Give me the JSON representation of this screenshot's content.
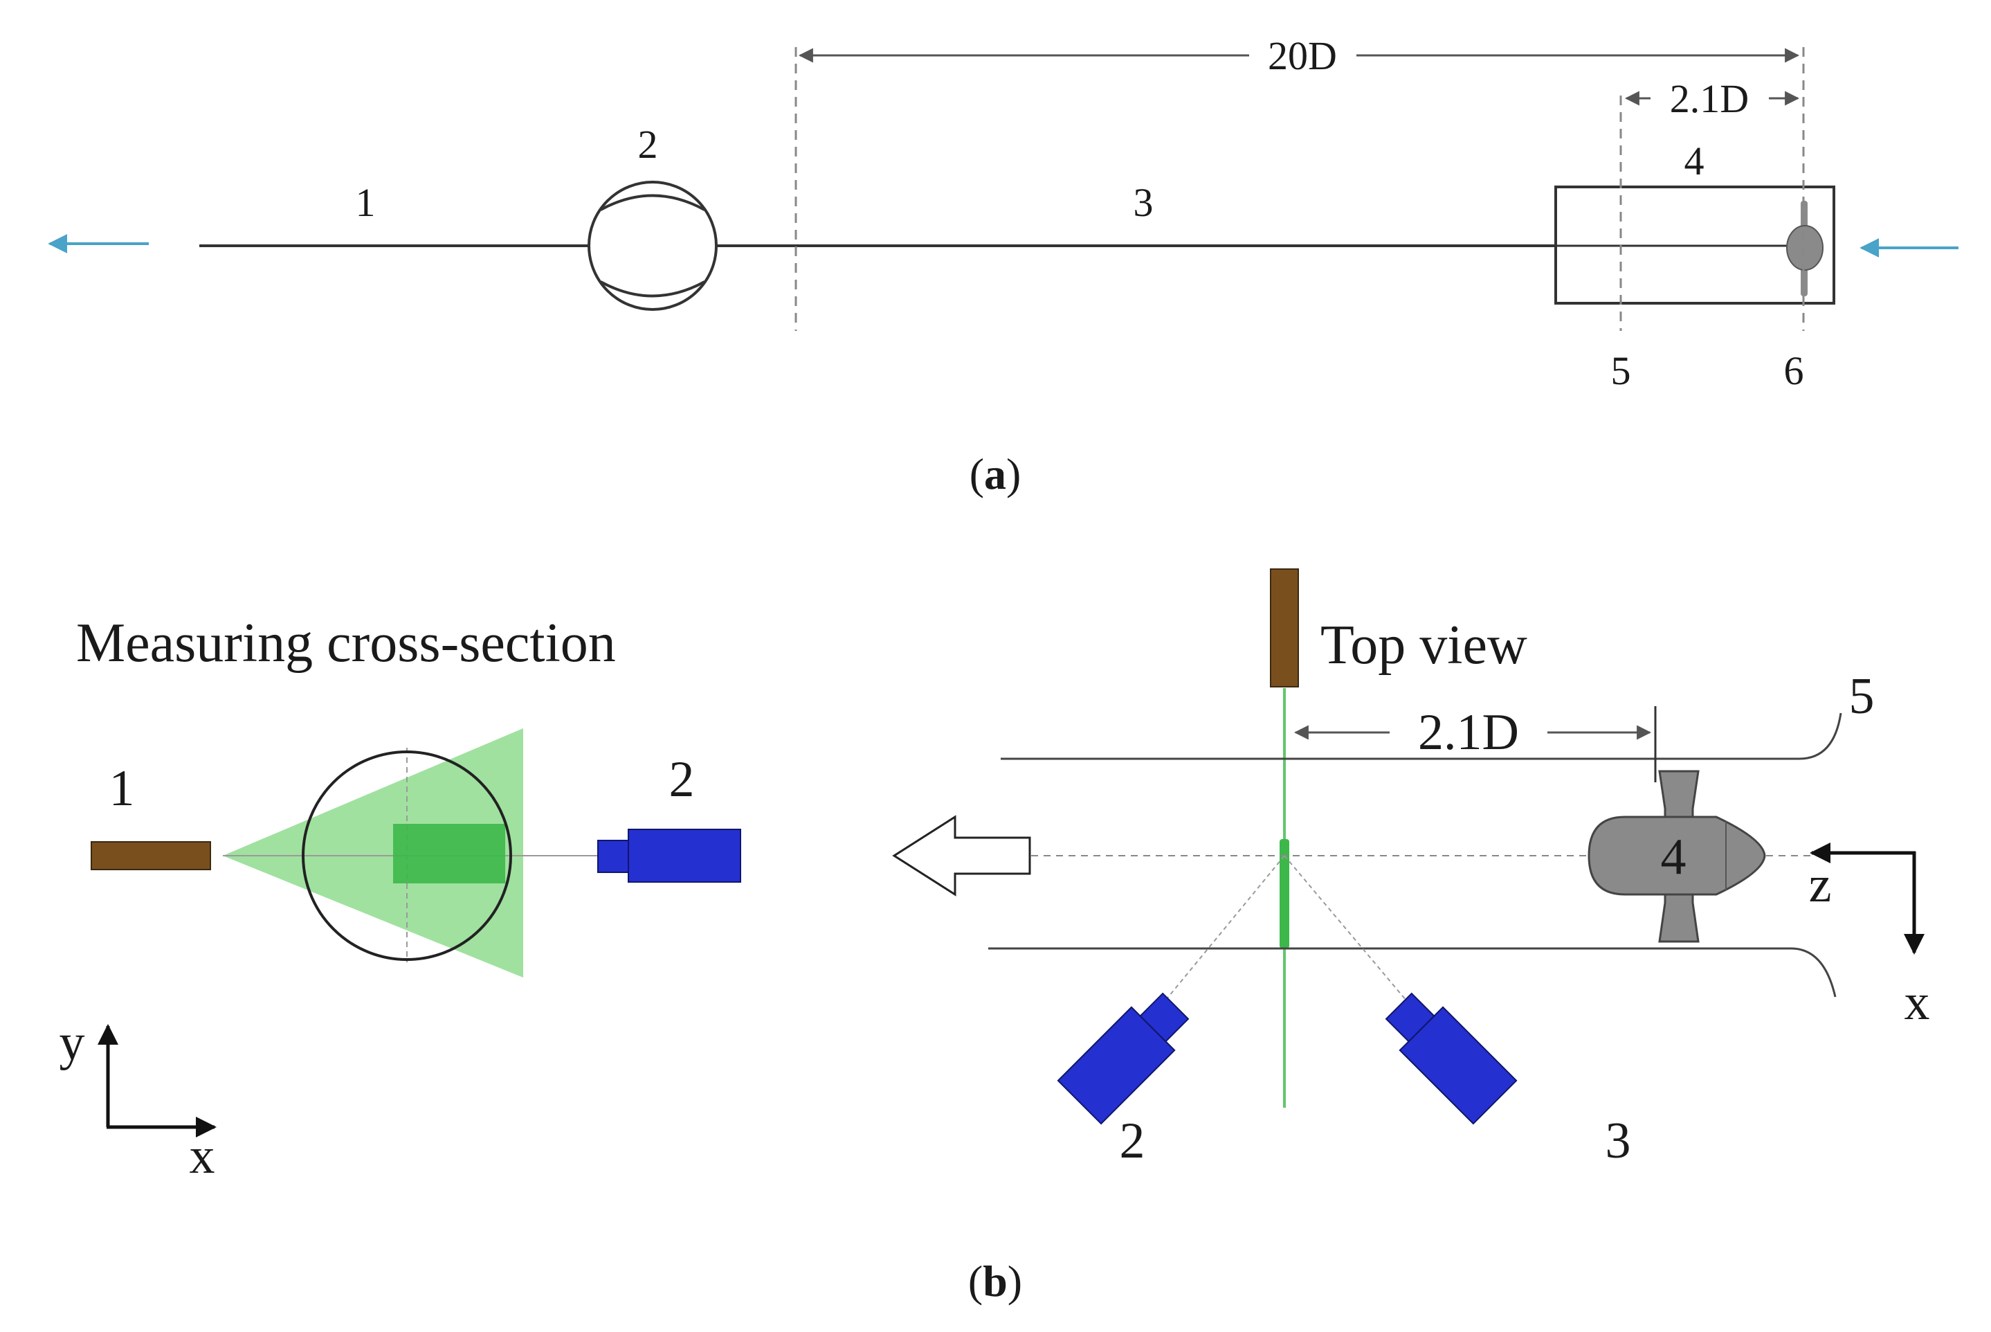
{
  "panel_a": {
    "caption_open": "(",
    "caption_letter": "a",
    "caption_close": ")",
    "dim_total": "20D",
    "dim_short": "2.1D",
    "labels": {
      "pipe_outlet": "1",
      "flowmeter": "2",
      "pipe": "3",
      "test_box": "4",
      "plane5": "5",
      "plane6": "6"
    }
  },
  "panel_b": {
    "caption_open": "(",
    "caption_letter": "b",
    "caption_close": ")",
    "cross_section_title": "Measuring cross-section",
    "top_view_title": "Top view",
    "dim": "2.1D",
    "cross_labels": {
      "laser": "1",
      "camera": "2"
    },
    "top_labels": {
      "camera_left": "2",
      "camera_right": "3",
      "thruster": "4",
      "wall": "5"
    },
    "axes_cross": {
      "y": "y",
      "x": "x"
    },
    "axes_top": {
      "z": "z",
      "x": "x"
    }
  },
  "colors": {
    "flow_arrow": "#4aa3c8",
    "laser_body": "#7a4f1e",
    "laser_sheet": "#8fdc8f",
    "laser_sheet_core": "#3cb84a",
    "camera": "#2430d0",
    "thruster": "#8a8a8a"
  }
}
